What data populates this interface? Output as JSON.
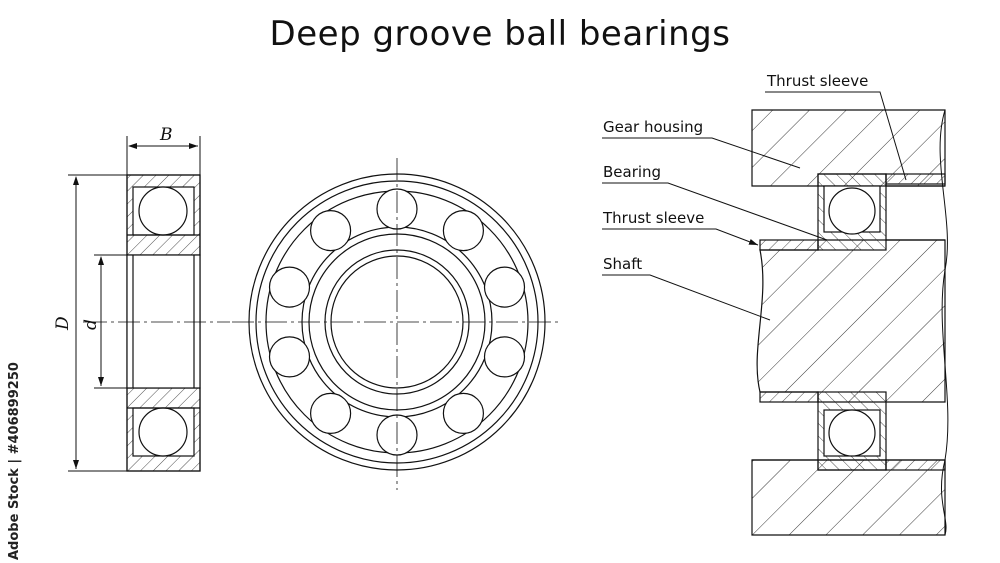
{
  "title": "Deep groove ball bearings",
  "dimensions": {
    "width": "B",
    "outer_diameter": "D",
    "inner_diameter": "d"
  },
  "callouts": {
    "thrust_sleeve_top": "Thrust sleeve",
    "gear_housing": "Gear housing",
    "bearing": "Bearing",
    "thrust_sleeve": "Thrust sleeve",
    "shaft": "Shaft"
  },
  "watermark": "Adobe Stock | #406899250"
}
